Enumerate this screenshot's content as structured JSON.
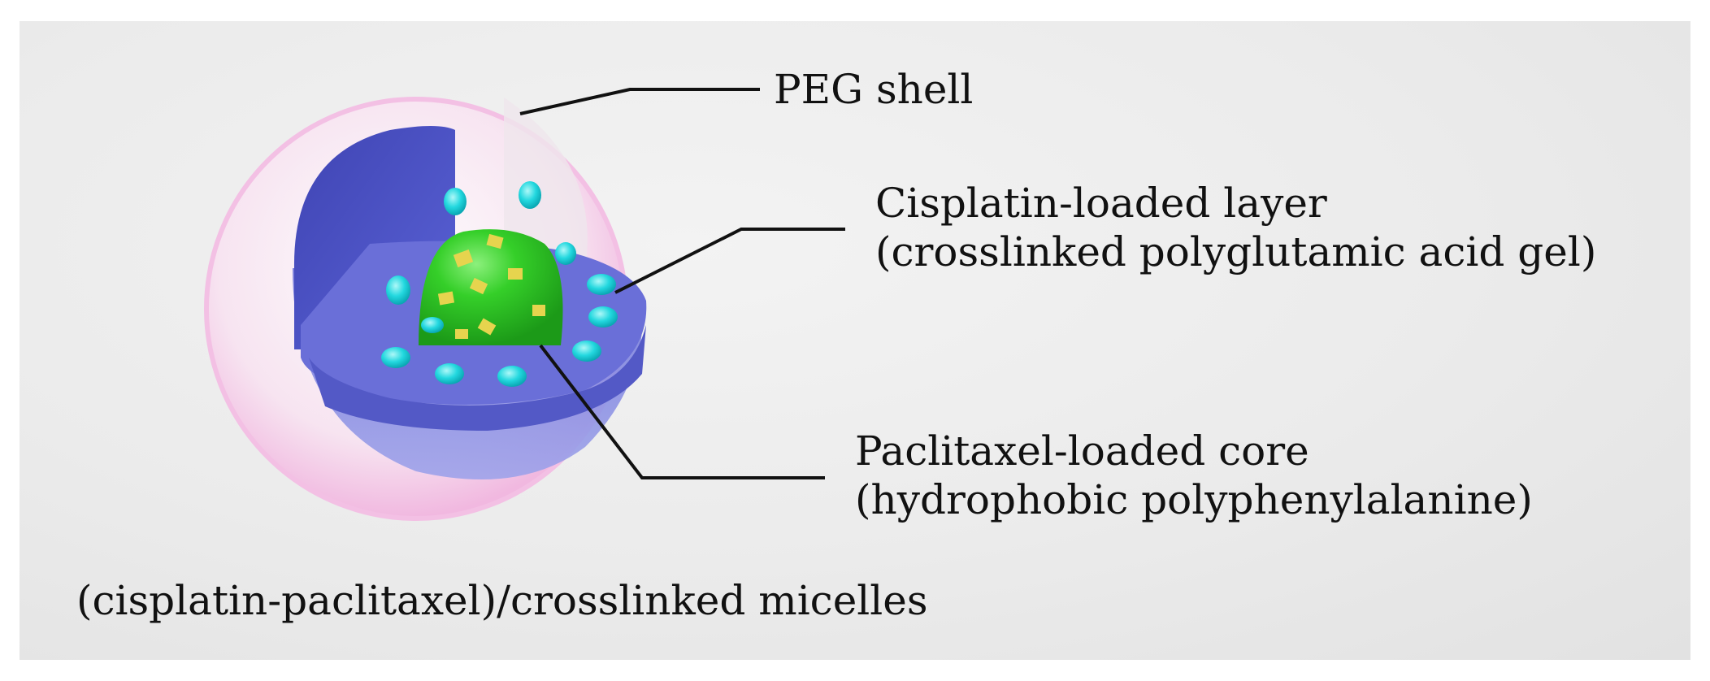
{
  "labels": {
    "peg_shell": "PEG shell",
    "cisplatin_layer": {
      "line1": "Cisplatin-loaded layer",
      "line2": "(crosslinked polyglutamic acid gel)"
    },
    "paclitaxel_core": {
      "line1": "Paclitaxel-loaded core",
      "line2": "(hydrophobic polyphenylalanine)"
    },
    "caption": "(cisplatin-paclitaxel)/crosslinked micelles"
  },
  "colors": {
    "background": "#ebebeb",
    "peg_shell": "#f4c6e6",
    "gel_layer": "#4f56c8",
    "core": "#2fc42a",
    "cisplatin_dots": "#22d6dc",
    "paclitaxel_crystals": "#e9d455",
    "leader_lines": "#111111"
  },
  "icons": {
    "micelle": "micelle-cutaway-illustration"
  }
}
